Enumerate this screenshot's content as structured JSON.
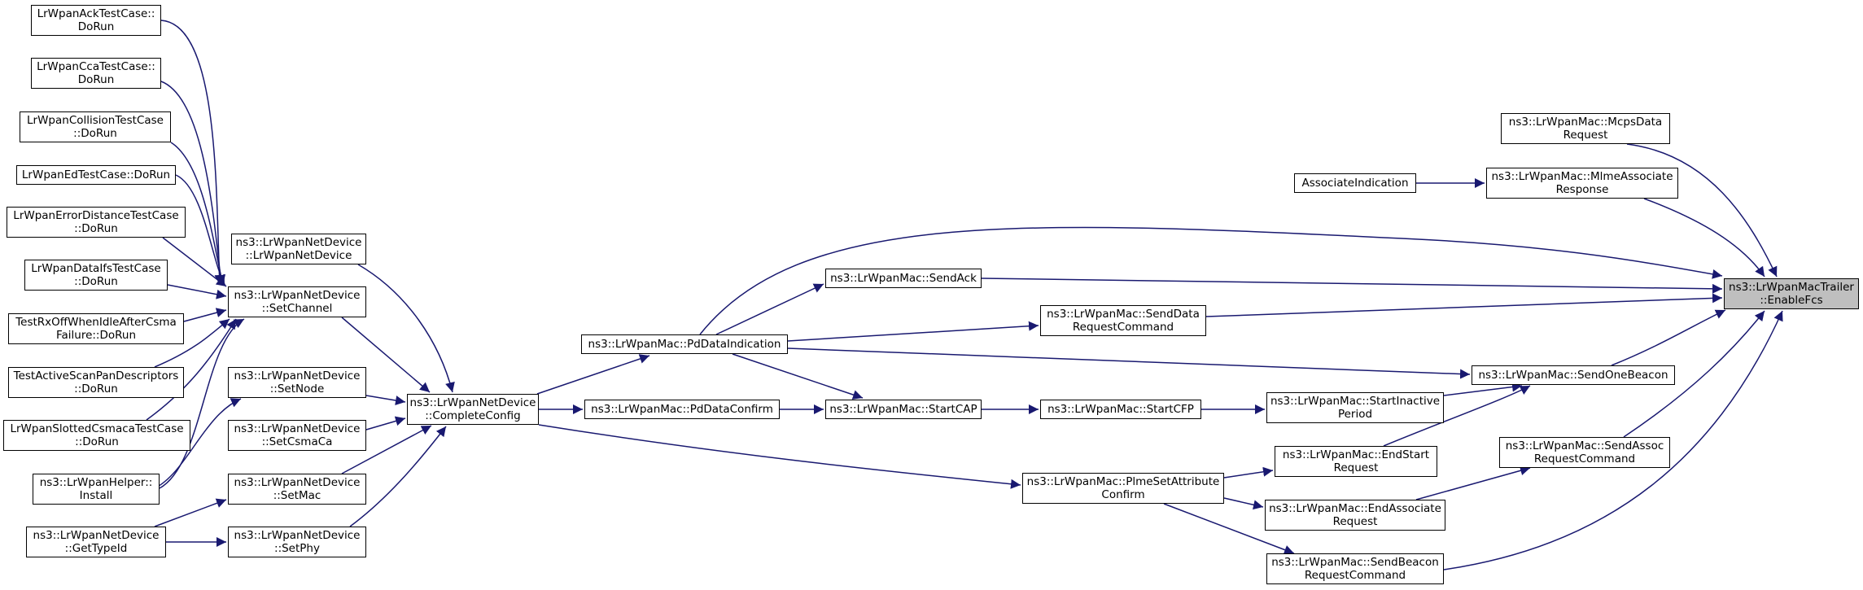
{
  "colors": {
    "edge": "#191970",
    "border": "#000000",
    "node_fill": "#ffffff",
    "focus_fill": "#bfbfbf"
  },
  "nodes": {
    "enablefcs": {
      "lines": [
        "ns3::LrWpanMacTrailer",
        "::EnableFcs"
      ],
      "focus": true
    },
    "mcpsdata": {
      "lines": [
        "ns3::LrWpanMac::McpsData",
        "Request"
      ]
    },
    "mlmeassoc": {
      "lines": [
        "ns3::LrWpanMac::MlmeAssociate",
        "Response"
      ]
    },
    "associndication": {
      "lines": [
        "AssociateIndication"
      ]
    },
    "sendack": {
      "lines": [
        "ns3::LrWpanMac::SendAck"
      ]
    },
    "senddatareq": {
      "lines": [
        "ns3::LrWpanMac::SendData",
        "RequestCommand"
      ]
    },
    "sendonebeacon": {
      "lines": [
        "ns3::LrWpanMac::SendOneBeacon"
      ]
    },
    "sendassocreq": {
      "lines": [
        "ns3::LrWpanMac::SendAssoc",
        "RequestCommand"
      ]
    },
    "sendbeaconreq": {
      "lines": [
        "ns3::LrWpanMac::SendBeacon",
        "RequestCommand"
      ]
    },
    "pddataind": {
      "lines": [
        "ns3::LrWpanMac::PdDataIndication"
      ]
    },
    "pddataconfirm": {
      "lines": [
        "ns3::LrWpanMac::PdDataConfirm"
      ]
    },
    "startcap": {
      "lines": [
        "ns3::LrWpanMac::StartCAP"
      ]
    },
    "startcfp": {
      "lines": [
        "ns3::LrWpanMac::StartCFP"
      ]
    },
    "startinactive": {
      "lines": [
        "ns3::LrWpanMac::StartInactive",
        "Period"
      ]
    },
    "endstart": {
      "lines": [
        "ns3::LrWpanMac::EndStart",
        "Request"
      ]
    },
    "endassoc": {
      "lines": [
        "ns3::LrWpanMac::EndAssociate",
        "Request"
      ]
    },
    "plmeset": {
      "lines": [
        "ns3::LrWpanMac::PlmeSetAttribute",
        "Confirm"
      ]
    },
    "completeconfig": {
      "lines": [
        "ns3::LrWpanNetDevice",
        "::CompleteConfig"
      ]
    },
    "lrwpannetdevice": {
      "lines": [
        "ns3::LrWpanNetDevice",
        "::LrWpanNetDevice"
      ]
    },
    "setchannel": {
      "lines": [
        "ns3::LrWpanNetDevice",
        "::SetChannel"
      ]
    },
    "setnode": {
      "lines": [
        "ns3::LrWpanNetDevice",
        "::SetNode"
      ]
    },
    "setcsmaca": {
      "lines": [
        "ns3::LrWpanNetDevice",
        "::SetCsmaCa"
      ]
    },
    "setmac": {
      "lines": [
        "ns3::LrWpanNetDevice",
        "::SetMac"
      ]
    },
    "setphy": {
      "lines": [
        "ns3::LrWpanNetDevice",
        "::SetPhy"
      ]
    },
    "acktest": {
      "lines": [
        "LrWpanAckTestCase::",
        "DoRun"
      ]
    },
    "ccatest": {
      "lines": [
        "LrWpanCcaTestCase::",
        "DoRun"
      ]
    },
    "collisiontest": {
      "lines": [
        "LrWpanCollisionTestCase",
        "::DoRun"
      ]
    },
    "edtest": {
      "lines": [
        "LrWpanEdTestCase::DoRun"
      ]
    },
    "errordisttest": {
      "lines": [
        "LrWpanErrorDistanceTestCase",
        "::DoRun"
      ]
    },
    "dataifstest": {
      "lines": [
        "LrWpanDataIfsTestCase",
        "::DoRun"
      ]
    },
    "rxofftest": {
      "lines": [
        "TestRxOffWhenIdleAfterCsma",
        "Failure::DoRun"
      ]
    },
    "activescantest": {
      "lines": [
        "TestActiveScanPanDescriptors",
        "::DoRun"
      ]
    },
    "slottedtest": {
      "lines": [
        "LrWpanSlottedCsmacaTestCase",
        "::DoRun"
      ]
    },
    "helperinstall": {
      "lines": [
        "ns3::LrWpanHelper::",
        "Install"
      ]
    },
    "gettypeid": {
      "lines": [
        "ns3::LrWpanNetDevice",
        "::GetTypeId"
      ]
    }
  }
}
